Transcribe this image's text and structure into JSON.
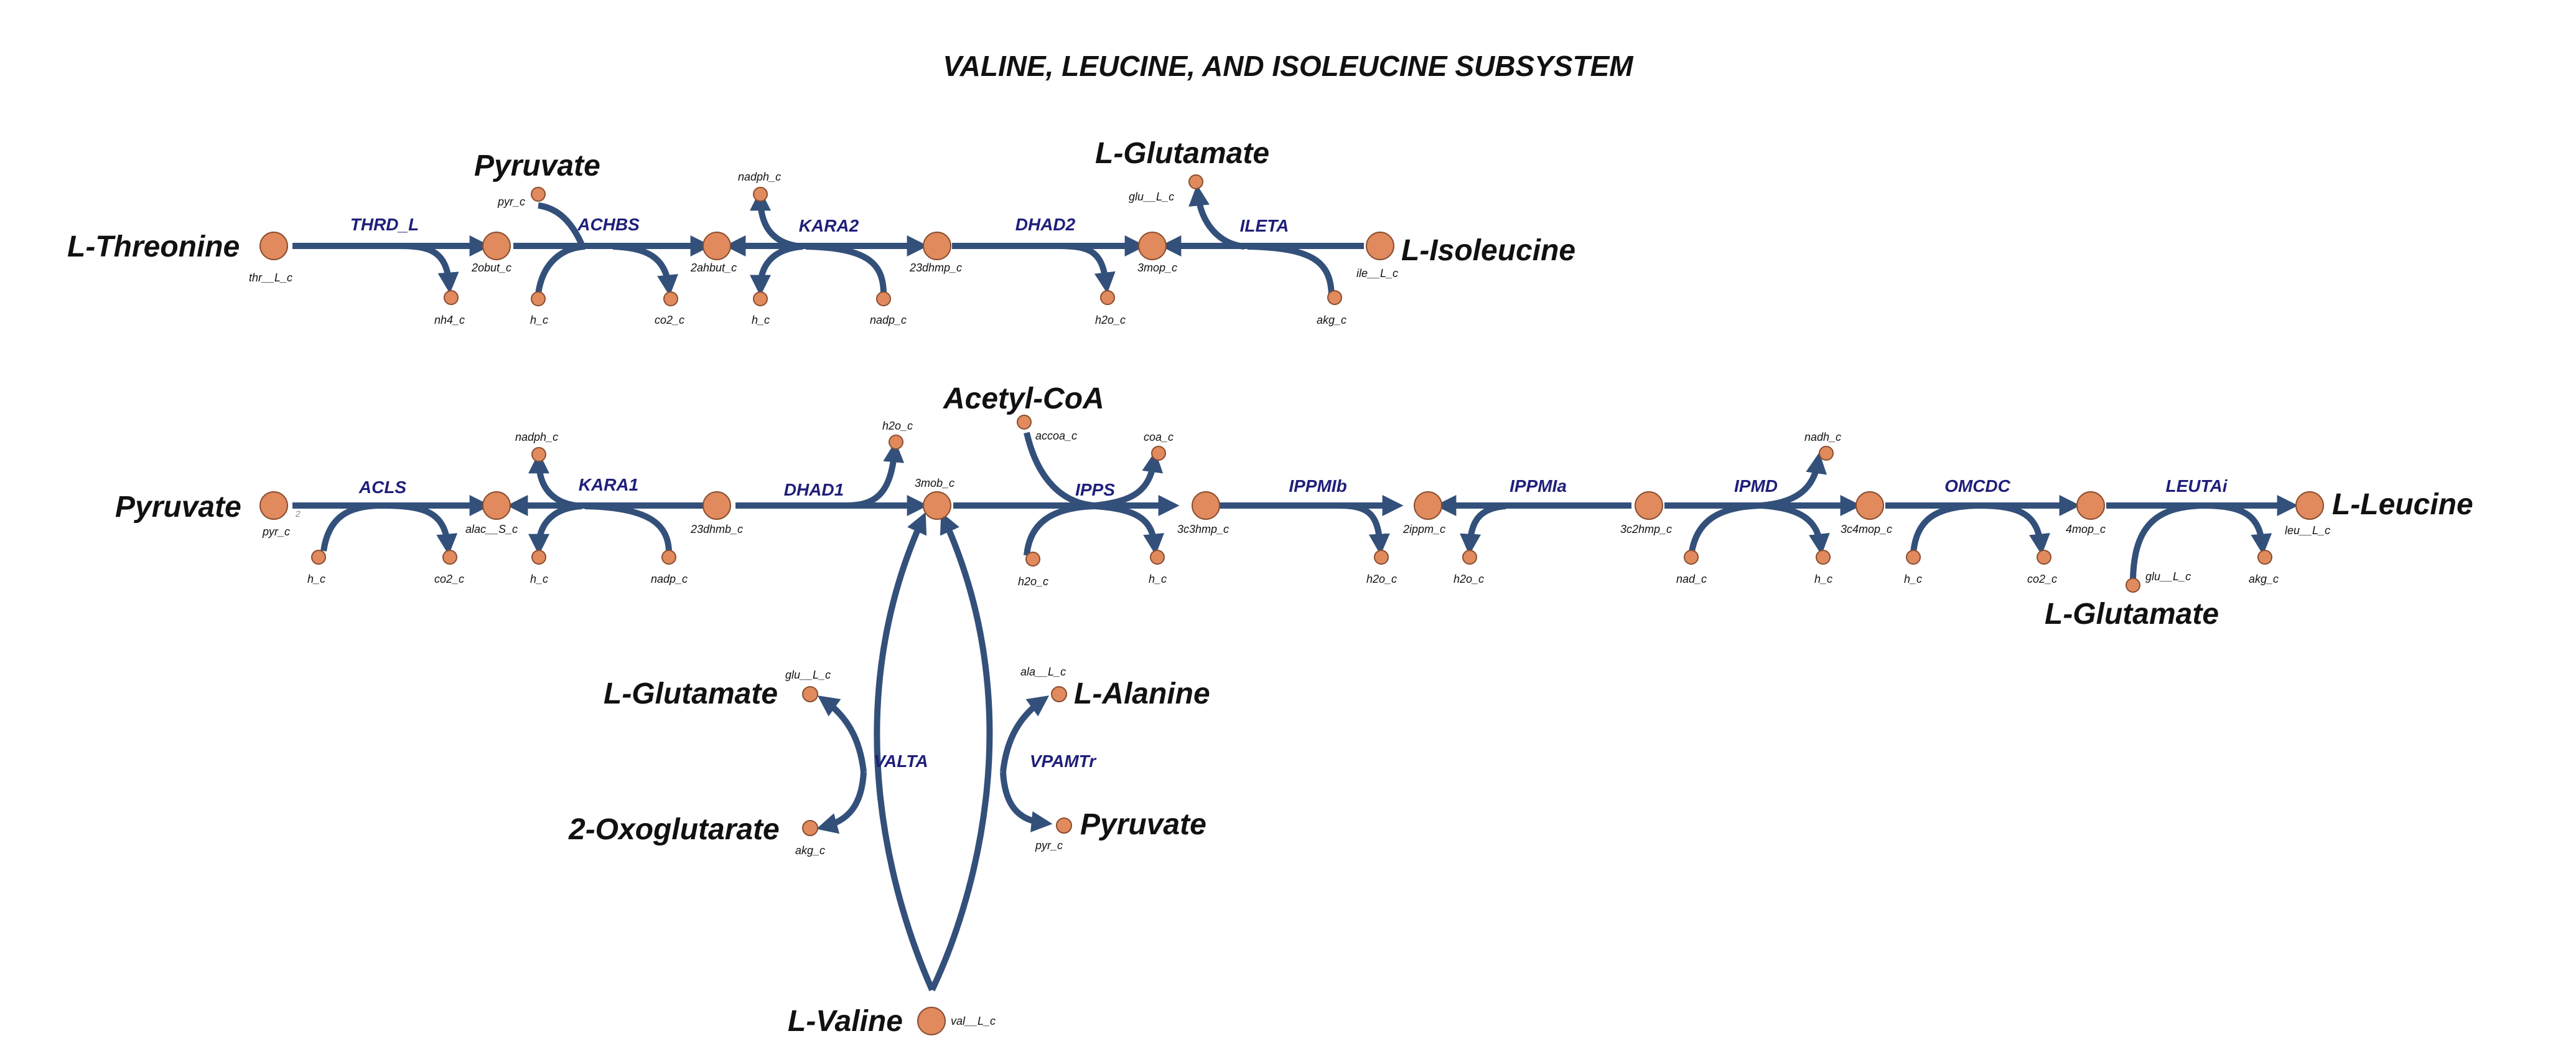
{
  "title": "VALINE, LEUCINE, AND ISOLEUCINE SUBSYSTEM",
  "colors": {
    "edge": "#33507a",
    "node": "#e08a5e",
    "reaction_label": "#1f1f7a"
  },
  "big_labels": {
    "l_threonine": "L-Threonine",
    "pyruvate_top": "Pyruvate",
    "l_glutamate_top": "L-Glutamate",
    "l_isoleucine": "L-Isoleucine",
    "acetyl_coa": "Acetyl-CoA",
    "pyruvate_mid": "Pyruvate",
    "l_leucine": "L-Leucine",
    "l_glutamate_right": "L-Glutamate",
    "l_glutamate_left": "L-Glutamate",
    "l_alanine": "L-Alanine",
    "two_oxoglutarate": "2-Oxoglutarate",
    "pyruvate_bottom": "Pyruvate",
    "l_valine": "L-Valine"
  },
  "reactions": {
    "thrd_l": "THRD_L",
    "achbs": "ACHBS",
    "kara2": "KARA2",
    "dhad2": "DHAD2",
    "ileta": "ILETA",
    "acls": "ACLS",
    "kara1": "KARA1",
    "dhad1": "DHAD1",
    "ipps": "IPPS",
    "ippmib": "IPPMIb",
    "ippmia": "IPPMIa",
    "ipmd": "IPMD",
    "omcdc": "OMCDC",
    "leutai": "LEUTAi",
    "valta": "VALTA",
    "vpamtr": "VPAMTr"
  },
  "metabolites": {
    "thr": "thr__L_c",
    "nh4": "nh4_c",
    "obut": "2obut_c",
    "pyr1": "pyr_c",
    "h1": "h_c",
    "co2_1": "co2_c",
    "ahbut": "2ahbut_c",
    "nadph1": "nadph_c",
    "h2": "h_c",
    "nadp1": "nadp_c",
    "dhmp": "23dhmp_c",
    "h2o1": "h2o_c",
    "mop3": "3mop_c",
    "glu1": "glu__L_c",
    "akg1": "akg_c",
    "ile": "ile__L_c",
    "pyr2": "pyr_c",
    "h3": "h_c",
    "co2_2": "co2_c",
    "alac": "alac__S_c",
    "nadph2": "nadph_c",
    "h4": "h_c",
    "nadp2": "nadp_c",
    "dhmb": "23dhmb_c",
    "h2o2": "h2o_c",
    "mob": "3mob_c",
    "accoa": "accoa_c",
    "coa": "coa_c",
    "h2o3": "h2o_c",
    "h5": "h_c",
    "c3hmp": "3c3hmp_c",
    "h2o4": "h2o_c",
    "ippm": "2ippm_c",
    "h2o5": "h2o_c",
    "c2hmp": "3c2hmp_c",
    "nadh": "nadh_c",
    "nad": "nad_c",
    "h6": "h_c",
    "c4mop": "3c4mop_c",
    "h7": "h_c",
    "co2_3": "co2_c",
    "mop4": "4mop_c",
    "glu2": "glu__L_c",
    "akg2": "akg_c",
    "leu": "leu__L_c",
    "glu3": "glu__L_c",
    "akg3": "akg_c",
    "ala": "ala__L_c",
    "pyr3": "pyr_c",
    "val": "val__L_c",
    "two_mark": "2"
  }
}
